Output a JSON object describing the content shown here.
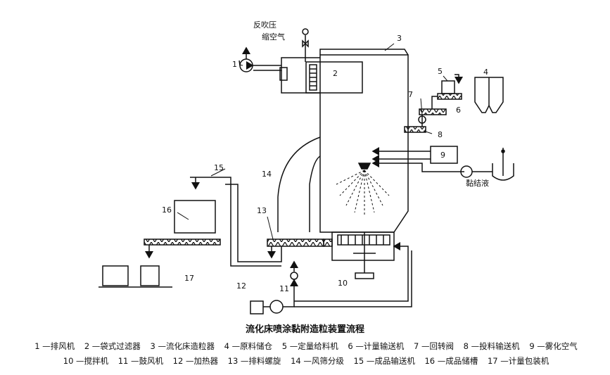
{
  "diagram": {
    "title": "流化床喷涂黏附造粒装置流程",
    "annotations": {
      "backblow_line1": "反吹压",
      "backblow_line2": "缩空气",
      "binder": "黏结液"
    },
    "callouts": [
      "1",
      "2",
      "3",
      "4",
      "5",
      "6",
      "7",
      "8",
      "9",
      "10",
      "11",
      "12",
      "13",
      "14",
      "15",
      "16",
      "17"
    ],
    "legend": [
      "1 —排风机",
      "2 —袋式过滤器",
      "3 —流化床造粒器",
      "4 —原料储仓",
      "5 —定量给料机",
      "6 —计量输送机",
      "7 —回转阀",
      "8 —投料输送机",
      "9 —雾化空气",
      "10 —搅拌机",
      "11 —鼓风机",
      "12 —加热器",
      "13 —排料螺旋",
      "14 —风筛分级",
      "15 —成品输送机",
      "16 —成品储槽",
      "17 —计量包装机"
    ]
  }
}
